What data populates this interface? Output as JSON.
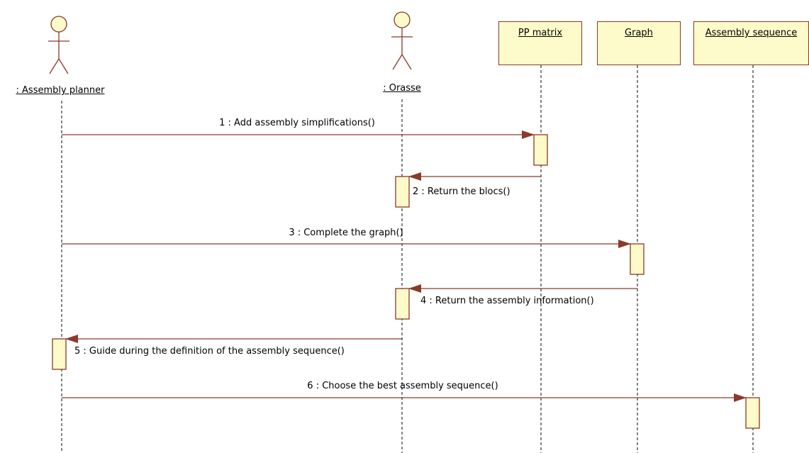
{
  "colors": {
    "line": "#8b3a2b",
    "fill": "#fdfbca",
    "lifeline": "#333333"
  },
  "actors": [
    {
      "id": "assembly-planner",
      "label": ": Assembly planner"
    },
    {
      "id": "orasse",
      "label": ": Orasse"
    }
  ],
  "objects": [
    {
      "id": "pp-matrix",
      "label": "PP matrix"
    },
    {
      "id": "graph",
      "label": "Graph"
    },
    {
      "id": "assembly-sequence",
      "label": "Assembly sequence"
    }
  ],
  "messages": [
    {
      "label": "1 : Add assembly simplifications()",
      "from": "assembly-planner",
      "to": "pp-matrix"
    },
    {
      "label": "2 : Return the blocs()",
      "from": "pp-matrix",
      "to": "orasse"
    },
    {
      "label": "3 : Complete the graph()",
      "from": "assembly-planner",
      "to": "graph"
    },
    {
      "label": "4 : Return the assembly information()",
      "from": "graph",
      "to": "orasse"
    },
    {
      "label": "5 : Guide during the definition of the assembly sequence()",
      "from": "orasse",
      "to": "assembly-planner"
    },
    {
      "label": "6 : Choose the best assembly sequence()",
      "from": "assembly-planner",
      "to": "assembly-sequence"
    }
  ]
}
